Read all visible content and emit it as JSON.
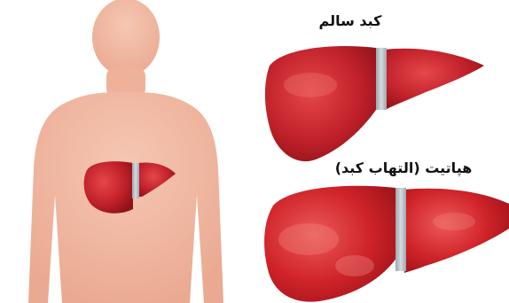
{
  "labels": {
    "healthy_liver": "کبد سالم",
    "hepatitis_liver": "هپاتیت (التهاب کبد)"
  },
  "colors": {
    "background": "#ffffff",
    "body_skin": "#f2b8a2",
    "liver_healthy": "#c9262c",
    "liver_inflamed": "#d2242a",
    "gallbladder_band": "#b9c1c6",
    "label_text": "#111111"
  },
  "panels": [
    {
      "name": "human-body-silhouette",
      "description_shown": false
    },
    {
      "name": "healthy-liver",
      "label_key": "healthy_liver"
    },
    {
      "name": "hepatitis-liver",
      "label_key": "hepatitis_liver"
    }
  ]
}
